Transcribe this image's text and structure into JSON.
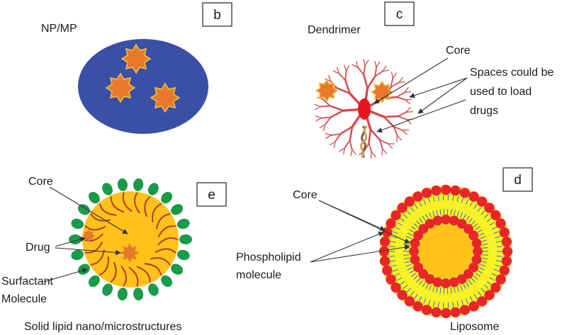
{
  "panels": {
    "b": {
      "letter": "b",
      "title": "NP/MP",
      "colors": {
        "particle": "#3a4fa6",
        "drug_fill": "#e8792b",
        "drug_stroke": "#f2c53d"
      }
    },
    "c": {
      "letter": "c",
      "title": "Dendrimer",
      "core_label": "Core",
      "spaces_label_lines": [
        "Spaces could be",
        "used to load",
        "drugs"
      ],
      "colors": {
        "branch": "#d7474c",
        "core": "#e8161e",
        "drug_fill": "#e8792b",
        "drug_stroke": "#f2c53d"
      }
    },
    "e": {
      "letter": "e",
      "caption": "Solid lipid nano/microstructures",
      "core_label": "Core",
      "drug_label": "Drug",
      "surfactant_label_lines": [
        "Surfactant",
        "Molecule"
      ],
      "colors": {
        "core": "#ffc21a",
        "tail": "#b33a2a",
        "head": "#1a9a4a",
        "drug_fill": "#e8792b"
      }
    },
    "d": {
      "letter": "d",
      "caption": "Liposome",
      "core_label": "Core",
      "phospholipid_label_lines": [
        "Phospholipid",
        "molecule"
      ],
      "colors": {
        "bilayer": "#f7f224",
        "core": "#ffc21a",
        "head": "#e8262a",
        "tail": "#3a6bc9"
      }
    }
  }
}
